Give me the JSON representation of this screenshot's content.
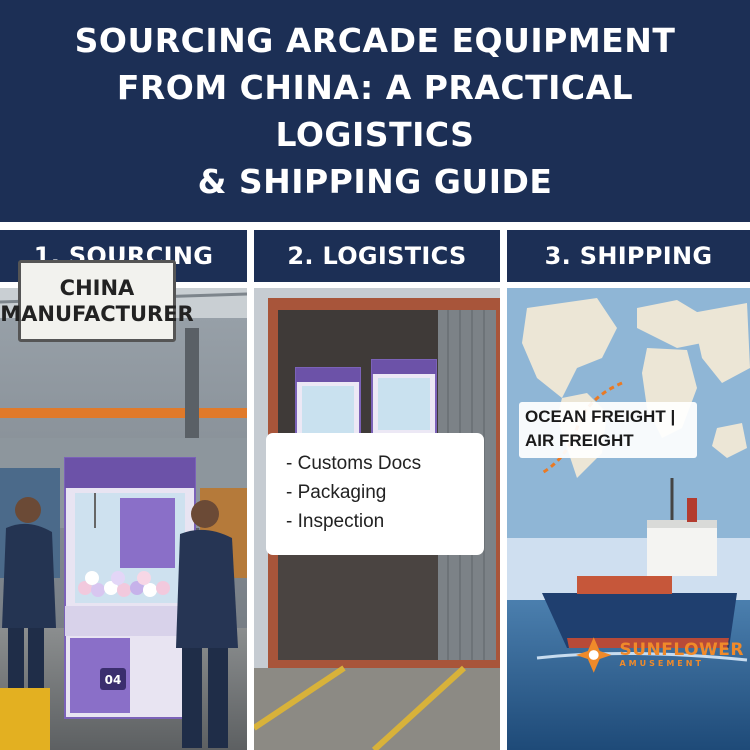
{
  "header": {
    "title_lines": [
      "SOURCING ARCADE EQUIPMENT",
      "FROM CHINA: A PRACTICAL LOGISTICS",
      "& SHIPPING GUIDE"
    ]
  },
  "panels": [
    {
      "title": "1. SOURCING",
      "sign_lines": [
        "CHINA",
        "MANUFACTURER"
      ],
      "machine_number": "04"
    },
    {
      "title": "2. LOGISTICS",
      "checklist": [
        "- Customs Docs",
        "- Packaging",
        "- Inspection"
      ]
    },
    {
      "title": "3. SHIPPING",
      "freight_lines": [
        "OCEAN FREIGHT |",
        "AIR FREIGHT"
      ]
    }
  ],
  "brand": {
    "name": "SUNFLOWER",
    "subtitle": "AMUSEMENT",
    "color": "#f08a2a"
  },
  "colors": {
    "navy": "#1c2f55",
    "machine_purple": "#8a6fc8",
    "container_rust": "#a8553a",
    "ocean": "#3b6f9e"
  }
}
